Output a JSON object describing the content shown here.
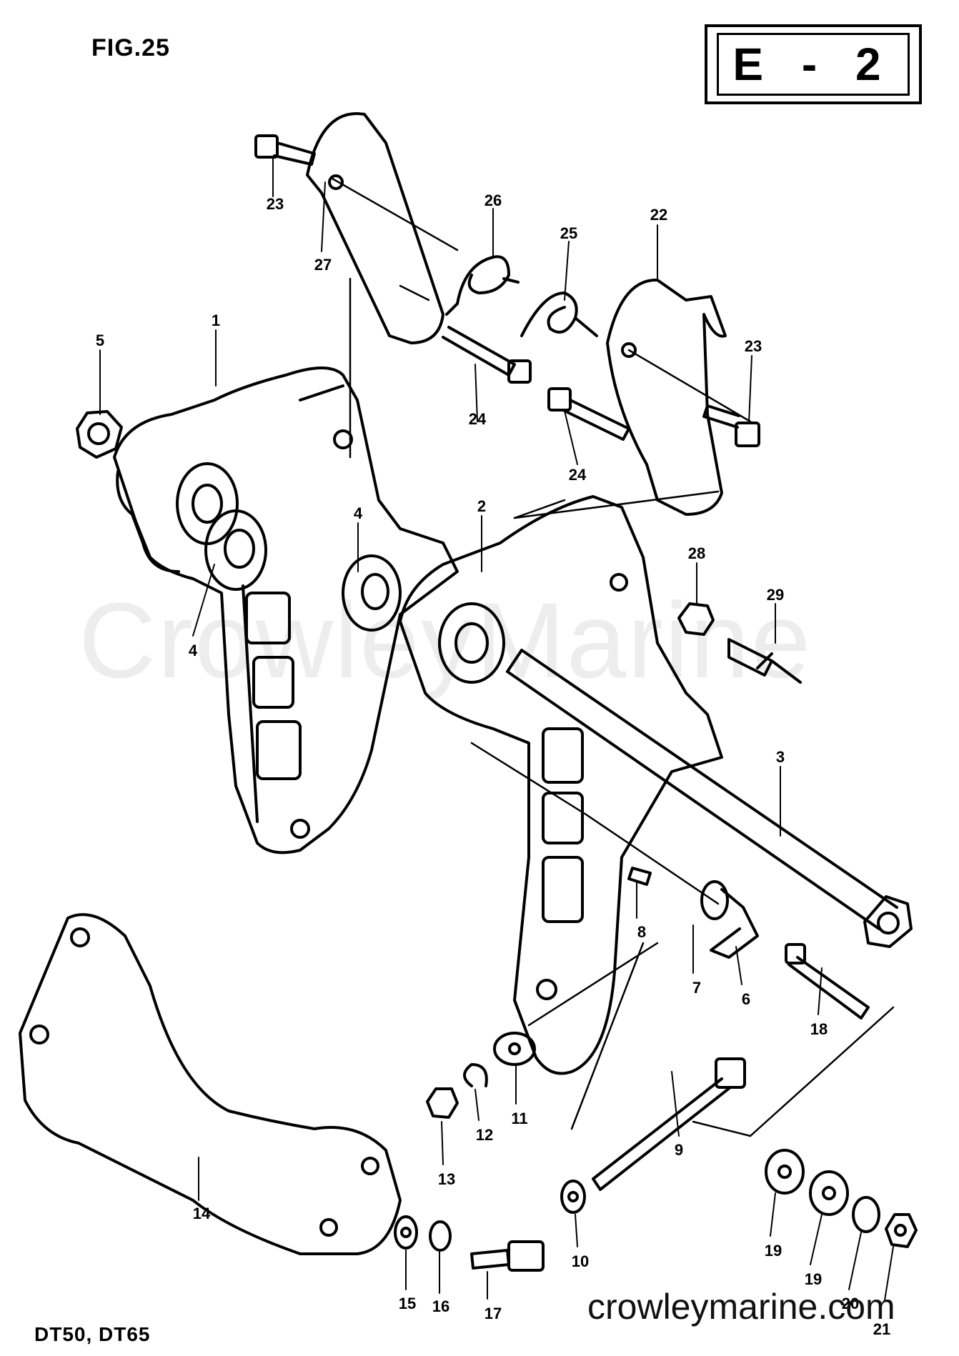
{
  "figure": {
    "title": "FIG.25",
    "sheet_code": "E - 2",
    "models": "DT50, DT65"
  },
  "watermark": {
    "text": "CrowleyMarine",
    "site": "crowleymarine.com"
  },
  "callouts": [
    {
      "id": "c1",
      "label": "1"
    },
    {
      "id": "c2",
      "label": "2"
    },
    {
      "id": "c3",
      "label": "3"
    },
    {
      "id": "c4a",
      "label": "4"
    },
    {
      "id": "c4b",
      "label": "4"
    },
    {
      "id": "c5",
      "label": "5"
    },
    {
      "id": "c6",
      "label": "6"
    },
    {
      "id": "c7",
      "label": "7"
    },
    {
      "id": "c8",
      "label": "8"
    },
    {
      "id": "c9",
      "label": "9"
    },
    {
      "id": "c10",
      "label": "10"
    },
    {
      "id": "c11",
      "label": "11"
    },
    {
      "id": "c12",
      "label": "12"
    },
    {
      "id": "c13",
      "label": "13"
    },
    {
      "id": "c14",
      "label": "14"
    },
    {
      "id": "c15",
      "label": "15"
    },
    {
      "id": "c16",
      "label": "16"
    },
    {
      "id": "c17",
      "label": "17"
    },
    {
      "id": "c18",
      "label": "18"
    },
    {
      "id": "c19a",
      "label": "19"
    },
    {
      "id": "c19b",
      "label": "19"
    },
    {
      "id": "c20",
      "label": "20"
    },
    {
      "id": "c21",
      "label": "21"
    },
    {
      "id": "c22",
      "label": "22"
    },
    {
      "id": "c23a",
      "label": "23"
    },
    {
      "id": "c23b",
      "label": "23"
    },
    {
      "id": "c24a",
      "label": "24"
    },
    {
      "id": "c24b",
      "label": "24"
    },
    {
      "id": "c25",
      "label": "25"
    },
    {
      "id": "c26",
      "label": "26"
    },
    {
      "id": "c27",
      "label": "27"
    },
    {
      "id": "c28",
      "label": "28"
    },
    {
      "id": "c29",
      "label": "29"
    }
  ]
}
